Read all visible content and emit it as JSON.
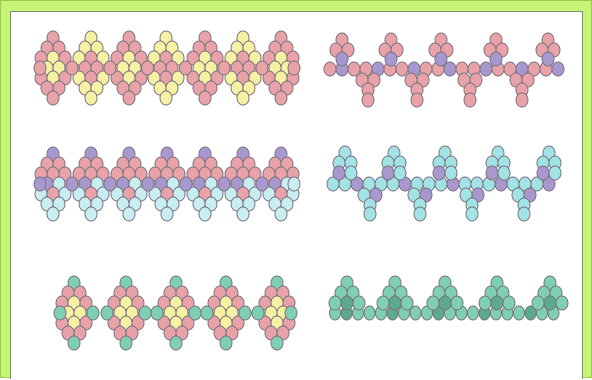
{
  "palette": {
    "pink": "#e9a3a8",
    "yellow": "#f7f1a4",
    "purple": "#a998cf",
    "light_blue": "#c8eef2",
    "teal": "#7fd0b3",
    "light_teal": "#a2e4e6",
    "dark_teal": "#5bab8a",
    "outline": "#7b7580"
  },
  "patterns": [
    {
      "id": "pink-yellow-diamonds",
      "colors": [
        "pink",
        "yellow"
      ],
      "units": 7
    },
    {
      "id": "pink-purple-zigzag",
      "colors": [
        "pink",
        "purple"
      ],
      "units": 4
    },
    {
      "id": "purple-blue-diamonds",
      "colors": [
        "purple",
        "light_blue"
      ],
      "units": 7
    },
    {
      "id": "teal-purple-zigzag",
      "colors": [
        "light_teal",
        "purple"
      ],
      "units": 4
    },
    {
      "id": "pink-teal-diamonds",
      "colors": [
        "pink",
        "teal",
        "yellow"
      ],
      "units": 5
    },
    {
      "id": "teal-picot-edging",
      "colors": [
        "teal",
        "dark_teal"
      ],
      "units": 5
    }
  ]
}
